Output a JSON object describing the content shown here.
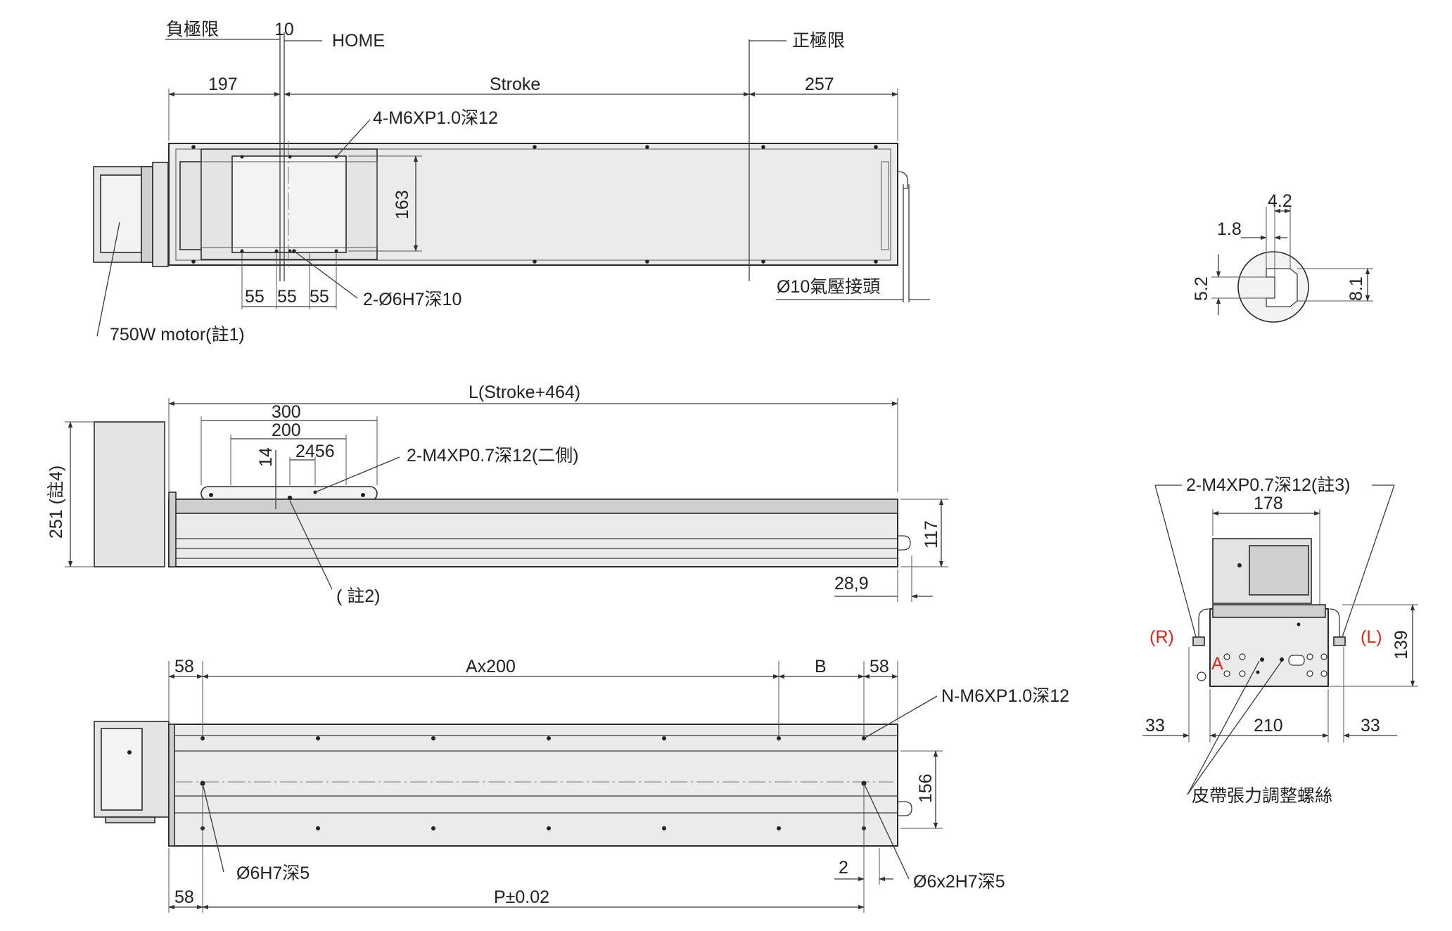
{
  "top_view": {
    "neg_limit": "負極限",
    "offset_10": "10",
    "home": "HOME",
    "pos_limit": "正極限",
    "dim_197": "197",
    "stroke": "Stroke",
    "dim_257": "257",
    "tap_holes": "4-M6XP1.0深12",
    "dim_163": "163",
    "dim_55_a": "55",
    "dim_55_b": "55",
    "dim_55_c": "55",
    "dowel_holes": "2-Ø6H7深10",
    "air_fitting": "Ø10氣壓接頭",
    "motor": "750W motor(註1)"
  },
  "side_view": {
    "length": "L(Stroke+464)",
    "dim_300": "300",
    "dim_200": "200",
    "dim_14": "14",
    "dim_2456": "2456",
    "side_holes": "2-M4XP0.7深12(二側)",
    "height_251": "251 (註4)",
    "dim_117": "117",
    "dim_28_9": "28,9",
    "note_2": "( 註2)"
  },
  "bottom_view": {
    "dim_58_tl": "58",
    "pitch": "Ax200",
    "dim_b": "B",
    "dim_58_tr": "58",
    "mount_holes": "N-M6XP1.0深12",
    "dim_156": "156",
    "pin_hole": "Ø6H7深5",
    "dim_2": "2",
    "slot_hole": "Ø6x2H7深5",
    "dim_58_bl": "58",
    "p_tol": "P±0.02"
  },
  "slot_detail": {
    "dim_4_2": "4.2",
    "dim_1_8": "1.8",
    "dim_5_2": "5.2",
    "dim_8_1": "8.1"
  },
  "end_view": {
    "end_holes": "2-M4XP0.7深12(註3)",
    "dim_178": "178",
    "label_r": "(R)",
    "label_l": "(L)",
    "label_a": "A",
    "dim_139": "139",
    "dim_33_l": "33",
    "dim_210": "210",
    "dim_33_r": "33",
    "belt_screws": "皮帶張力調整螺絲"
  },
  "colors": {
    "line": "#2b2b2b",
    "body_fill": "#ebebeb",
    "accent_red": "#d32a1e"
  }
}
